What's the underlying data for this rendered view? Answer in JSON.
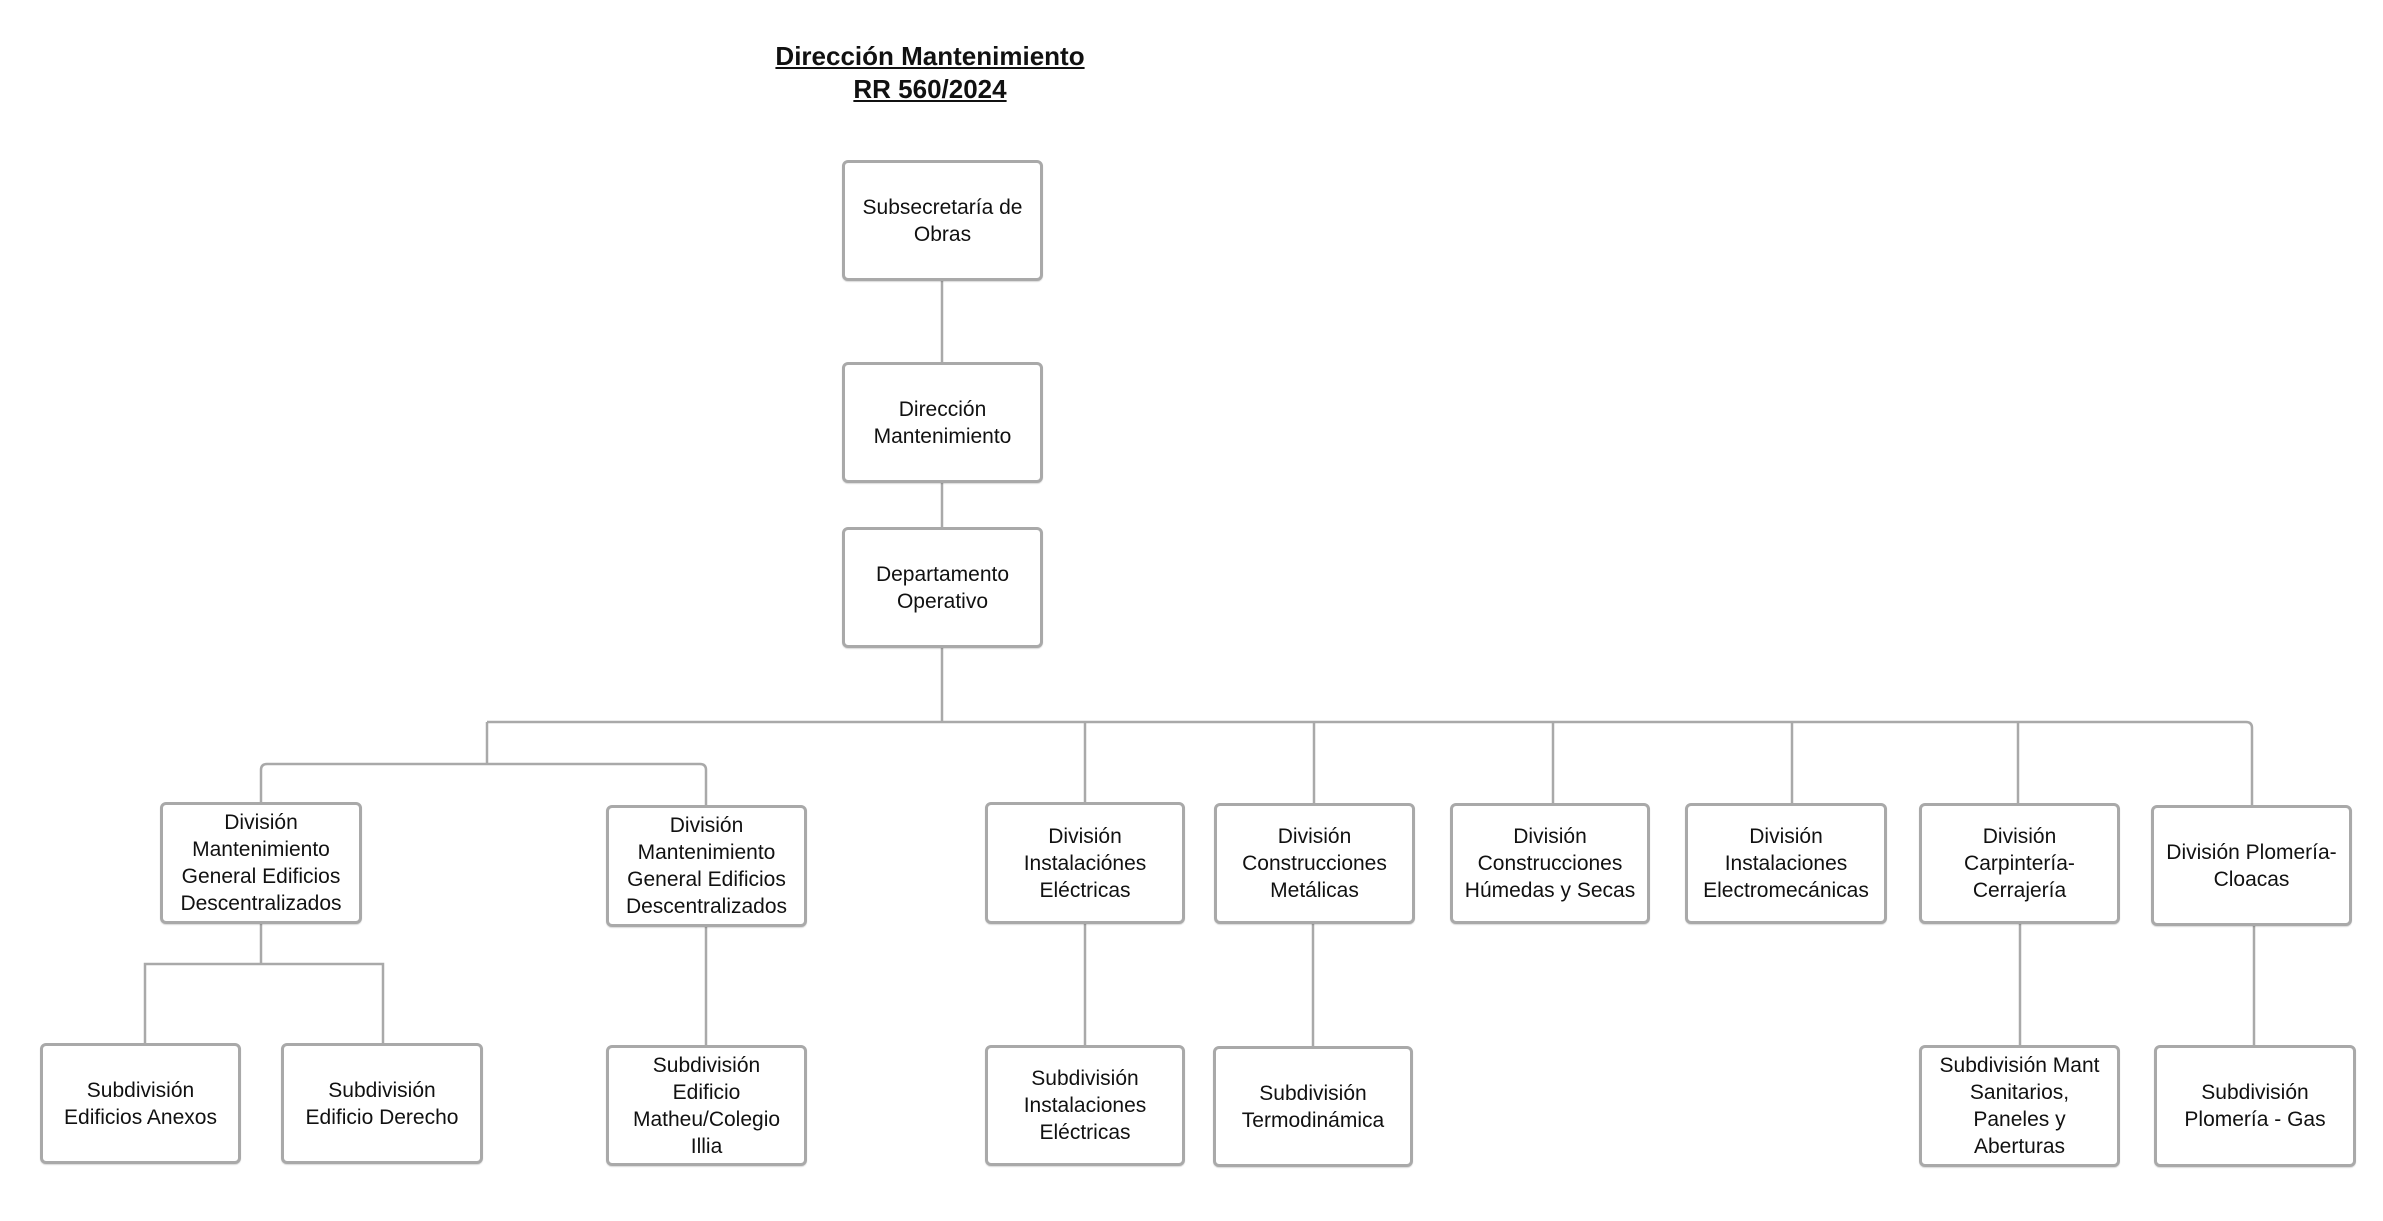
{
  "title": {
    "line1": "Dirección Mantenimiento",
    "line2": "RR 560/2024"
  },
  "nodes": {
    "subsecretaria": "Subsecretaría de Obras",
    "direccion": "Dirección Mantenimiento",
    "departamento": "Departamento Operativo",
    "div1": "División Mantenimiento General Edificios Descentralizados",
    "div2": "División Mantenimiento General Edificios Descentralizados",
    "div3": "División Instalaciónes Eléctricas",
    "div4": "División Construcciones Metálicas",
    "div5": "División Construcciones Húmedas y Secas",
    "div6": "División Instalaciones Electromecánicas",
    "div7": "División Carpintería-Cerrajería",
    "div8": "División Plomería-Cloacas",
    "sub1": "Subdivisión Edificios Anexos",
    "sub2": "Subdivisión Edificio Derecho",
    "sub3": "Subdivisión Edificio Matheu/Colegio Illia",
    "sub4": "Subdivisión Instalaciones Eléctricas",
    "sub5": "Subdivisión Termodinámica",
    "sub6": "Subdivisión Mant Sanitarios, Paneles y Aberturas",
    "sub7": "Subdivisión Plomería - Gas"
  },
  "colors": {
    "border": "#a9a9a9",
    "line": "#a9a9a9"
  }
}
